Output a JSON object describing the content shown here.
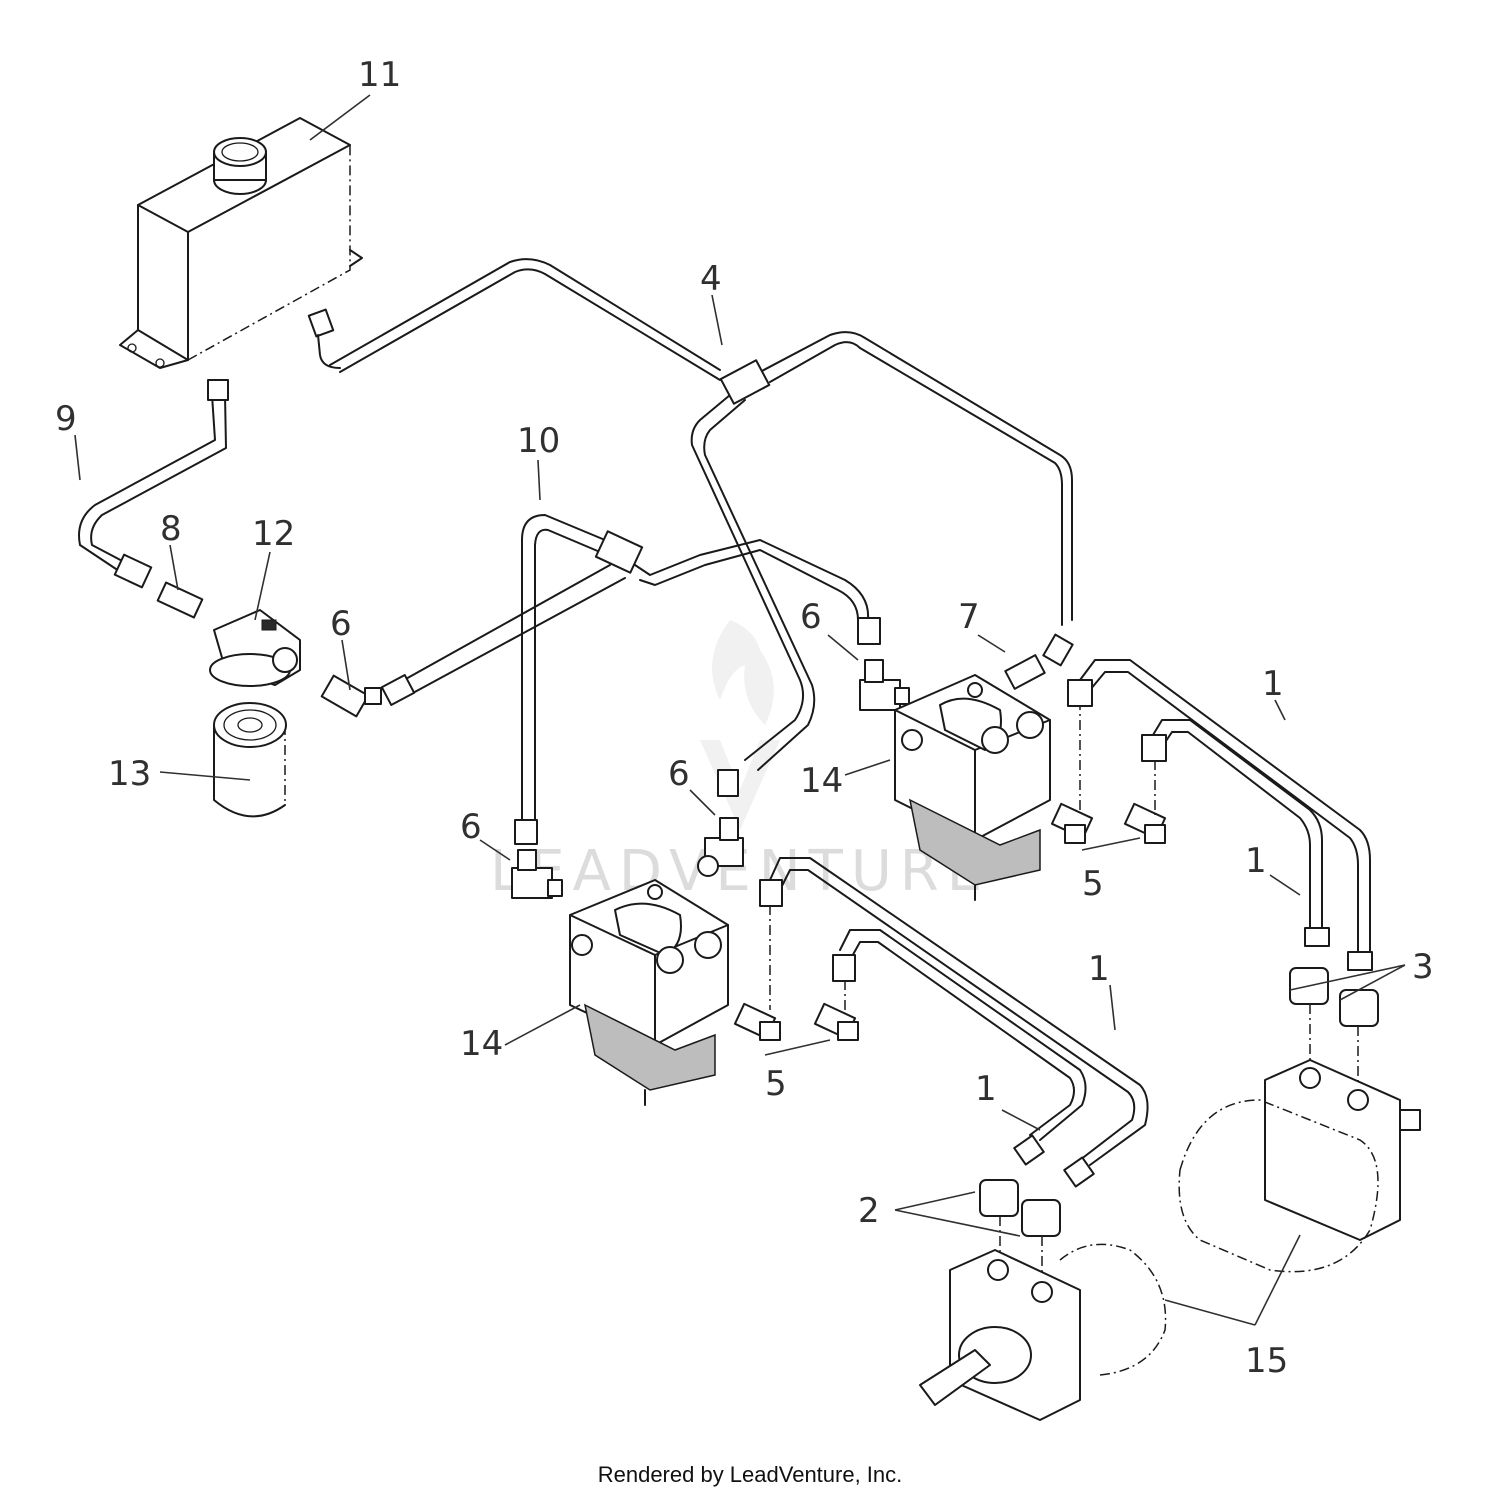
{
  "callouts": [
    {
      "id": "c11a",
      "label": "11"
    },
    {
      "id": "c4",
      "label": "4"
    },
    {
      "id": "c9",
      "label": "9"
    },
    {
      "id": "c10",
      "label": "10"
    },
    {
      "id": "c8",
      "label": "8"
    },
    {
      "id": "c12",
      "label": "12"
    },
    {
      "id": "c6a",
      "label": "6"
    },
    {
      "id": "c6b",
      "label": "6"
    },
    {
      "id": "c7",
      "label": "7"
    },
    {
      "id": "c1a",
      "label": "1"
    },
    {
      "id": "c13",
      "label": "13"
    },
    {
      "id": "c14a",
      "label": "14"
    },
    {
      "id": "c6c",
      "label": "6"
    },
    {
      "id": "c6d",
      "label": "6"
    },
    {
      "id": "c1b",
      "label": "1"
    },
    {
      "id": "c5a",
      "label": "5"
    },
    {
      "id": "c3",
      "label": "3"
    },
    {
      "id": "c1c",
      "label": "1"
    },
    {
      "id": "c14b",
      "label": "14"
    },
    {
      "id": "c5b",
      "label": "5"
    },
    {
      "id": "c1d",
      "label": "1"
    },
    {
      "id": "c2",
      "label": "2"
    },
    {
      "id": "c15",
      "label": "15"
    }
  ],
  "watermark": "LEADVENTURE",
  "footer": "Rendered by LeadVenture, Inc."
}
